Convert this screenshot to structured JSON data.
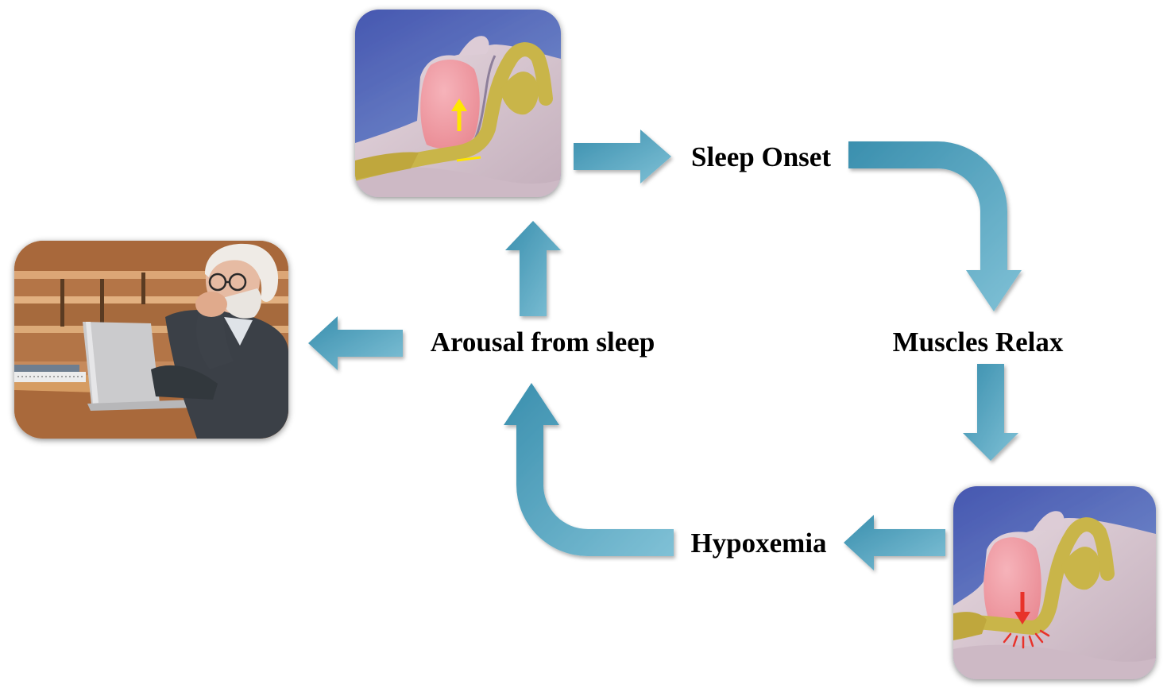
{
  "labels": {
    "sleep_onset": "Sleep Onset",
    "muscles_relax": "Muscles Relax",
    "hypoxemia": "Hypoxemia",
    "arousal": "Arousal from sleep"
  },
  "images": {
    "top": "open-airway-illustration",
    "bottom_right": "collapsed-airway-illustration",
    "left": "man-yawning-at-laptop-photo"
  },
  "colors": {
    "arrow_dark": "#3a8fae",
    "arrow_light": "#80c1d6",
    "airway_bg_dark": "#4657b0",
    "airway_bg_light": "#7a93cf",
    "tissue": "#ea8c95",
    "tissue_light": "#f6b3ba",
    "cartilage": "#c9b548",
    "open_airway_arrow": "#ffe600",
    "collapse_arrow": "#e8312a",
    "text": "#000000"
  }
}
